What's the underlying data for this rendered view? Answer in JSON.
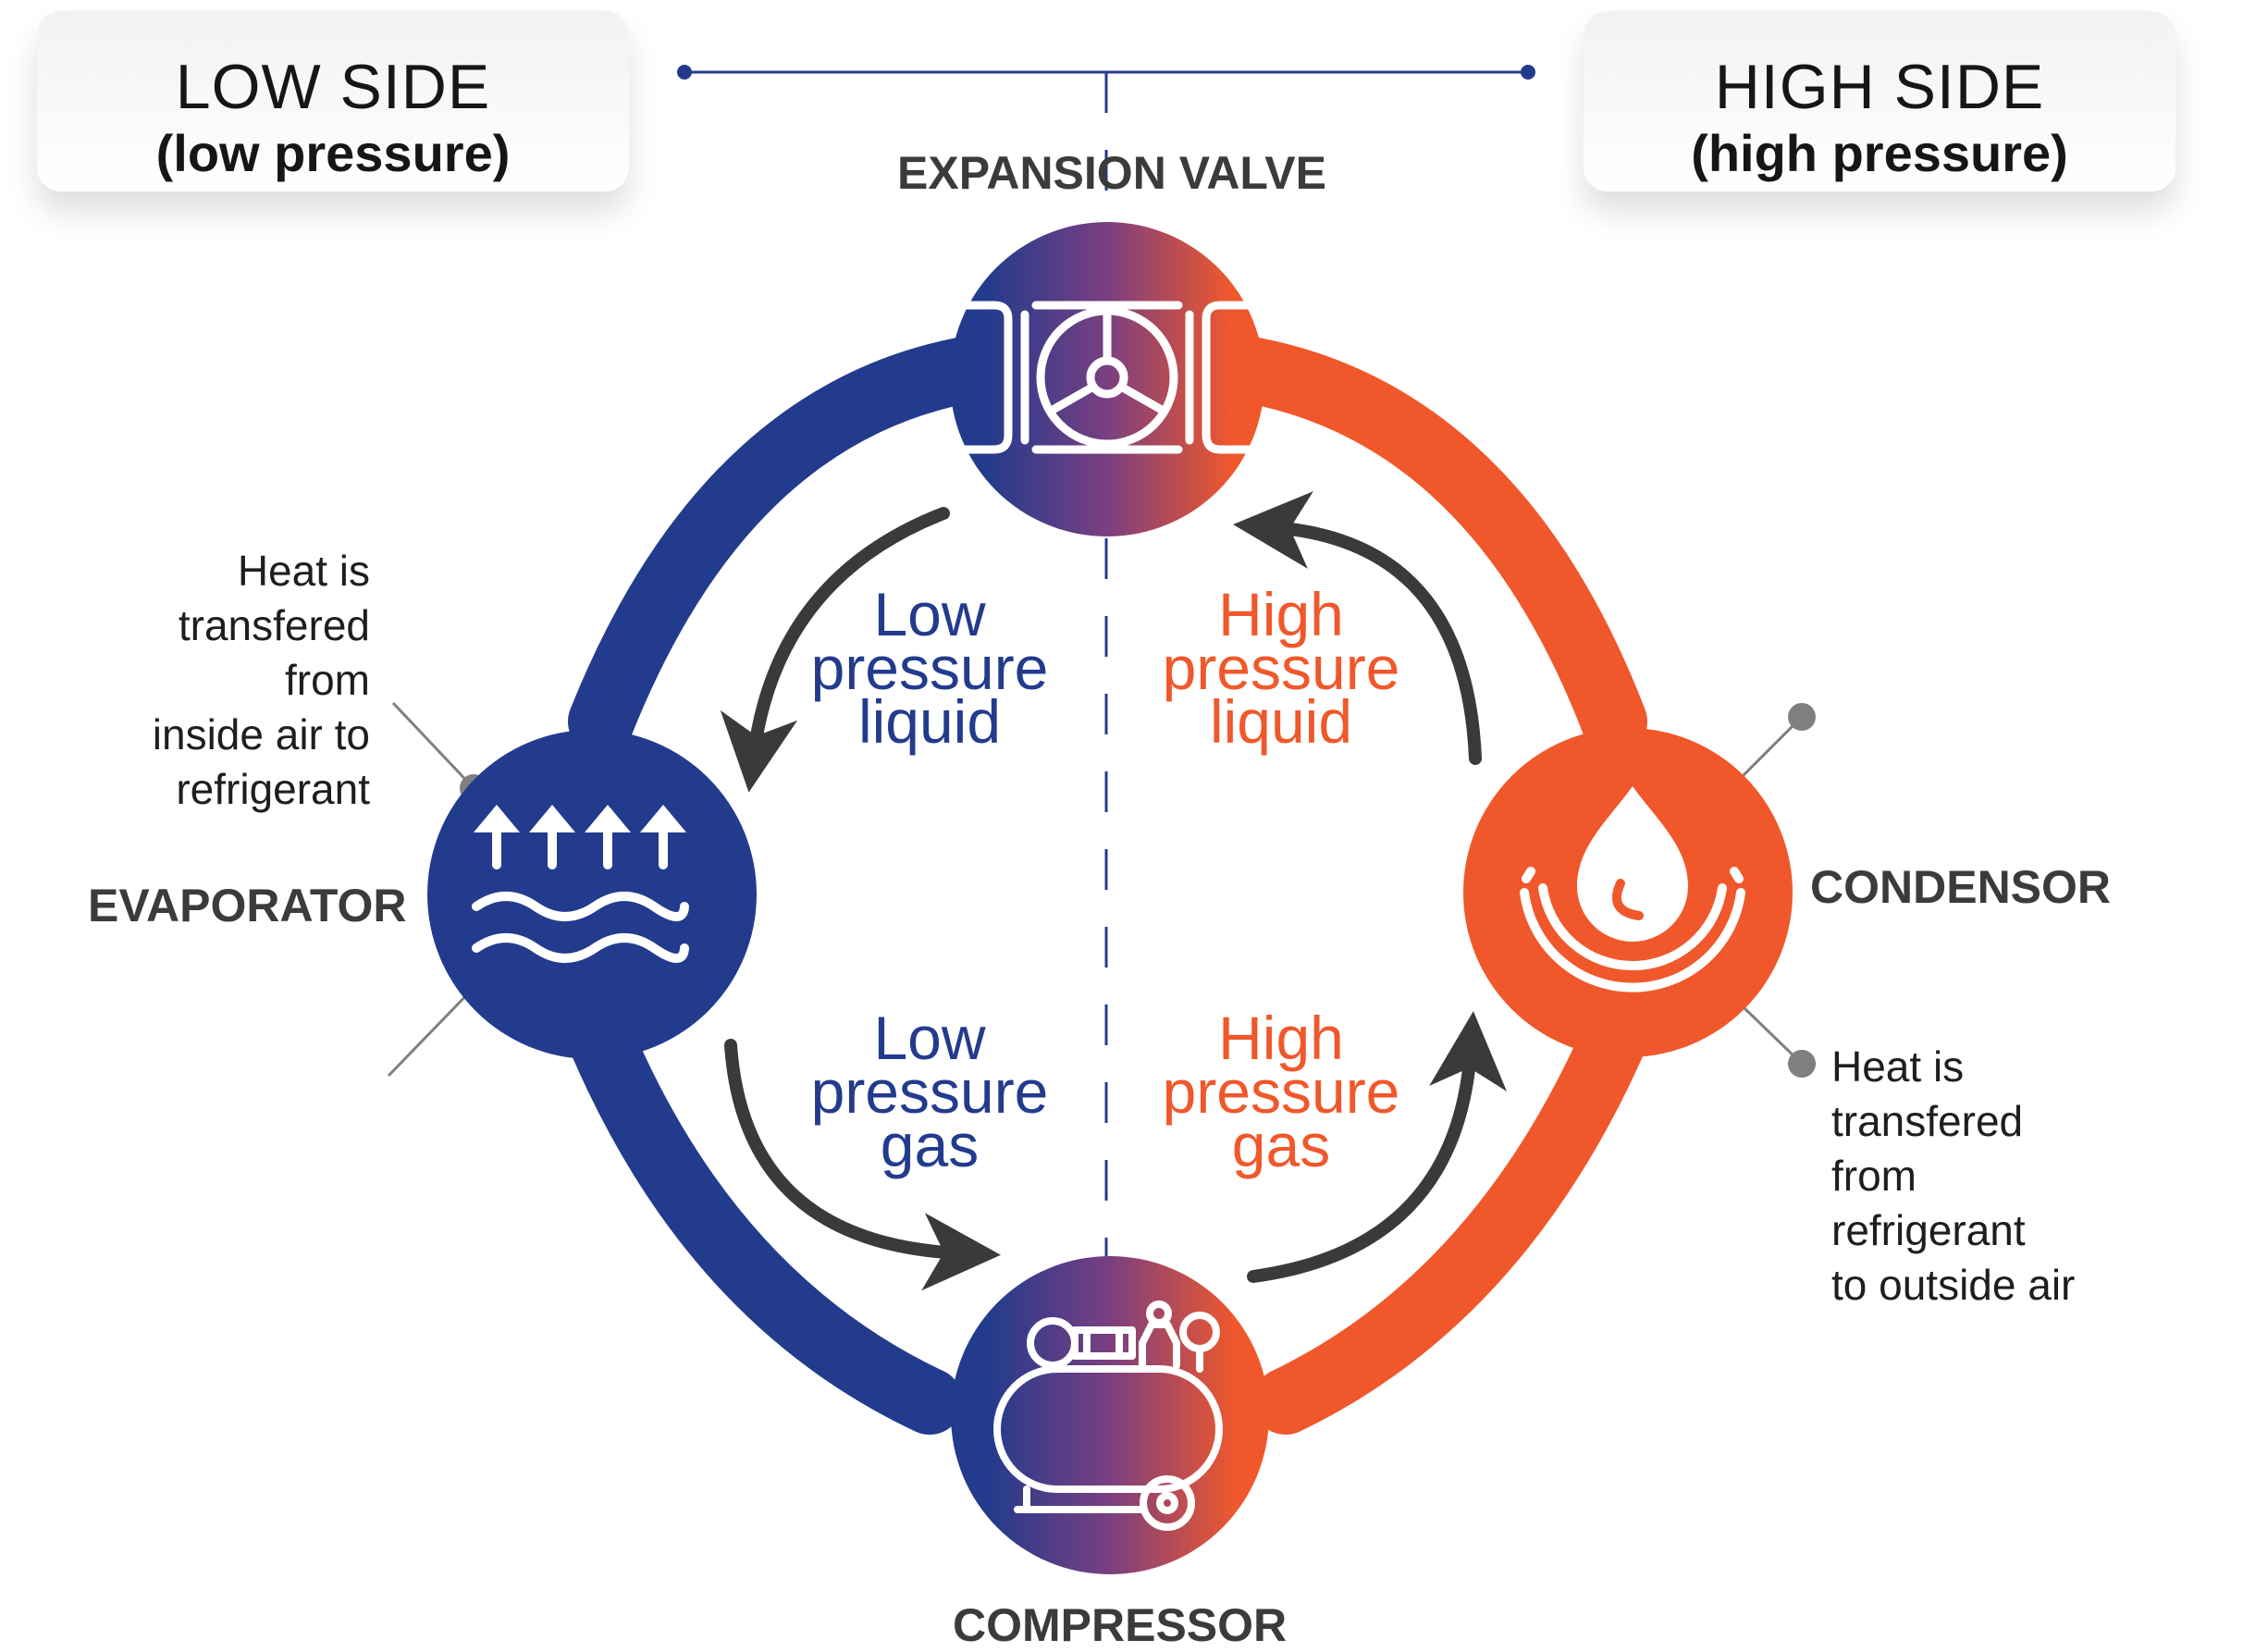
{
  "low_side": {
    "title": "LOW SIDE",
    "subtitle": "(low pressure)"
  },
  "high_side": {
    "title": "HIGH SIDE",
    "subtitle": "(high pressure)"
  },
  "components": {
    "expansion_valve": "EXPANSION VALVE",
    "evaporator": "EVAPORATOR",
    "condensor": "CONDENSOR",
    "compressor": "COMPRESSOR"
  },
  "states": {
    "low_liquid": [
      "Low",
      "pressure",
      "liquid"
    ],
    "high_liquid": [
      "High",
      "pressure",
      "liquid"
    ],
    "low_gas": [
      "Low",
      "pressure",
      "gas"
    ],
    "high_gas": [
      "High",
      "pressure",
      "gas"
    ]
  },
  "notes": {
    "evaporator": [
      "Heat is",
      "transfered",
      "from",
      "inside air to",
      "refrigerant"
    ],
    "condensor": [
      "Heat is",
      "transfered",
      "from",
      "refrigerant",
      "to outside air"
    ]
  },
  "colors": {
    "low": "#233b8d",
    "high": "#f0582b",
    "arrow": "#3a3a3a",
    "text": "#3b3b3b"
  },
  "icons": {
    "expansion_valve": "valve-wheel-icon",
    "evaporator": "rising-heat-waves-icon",
    "condensor": "water-drop-icon",
    "compressor": "air-compressor-icon"
  }
}
